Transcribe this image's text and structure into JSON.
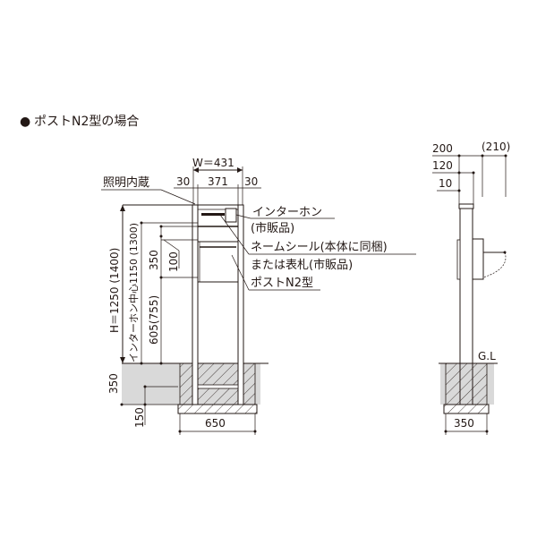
{
  "title": {
    "bullet": "●",
    "text": "ポストN2型の場合"
  },
  "front_view": {
    "width_total": "W＝431",
    "width_left": "30",
    "width_center": "371",
    "width_right": "30",
    "callout_light": "照明内蔵",
    "callout_intercom": "インターホン",
    "callout_intercom_sub": "(市販品)",
    "callout_nameplate": "ネームシール(本体に同梱)",
    "callout_nameplate_sub": "または表札(市販品)",
    "callout_post": "ポストN2型",
    "height_total": "H＝1250 (1400)",
    "height_intercom": "インターホン中心1150 (1300)",
    "height_post": "605(755)",
    "height_350": "350",
    "height_100": "100",
    "foundation_depth": "350",
    "base_thickness": "150",
    "foundation_width": "650"
  },
  "side_view": {
    "dim_200": "200",
    "dim_210": "(210)",
    "dim_120": "120",
    "dim_10": "10",
    "ground_label": "G.L",
    "foundation_width": "350"
  },
  "colors": {
    "line": "#231815",
    "soil": "#d9d9d9",
    "background": "#ffffff"
  }
}
